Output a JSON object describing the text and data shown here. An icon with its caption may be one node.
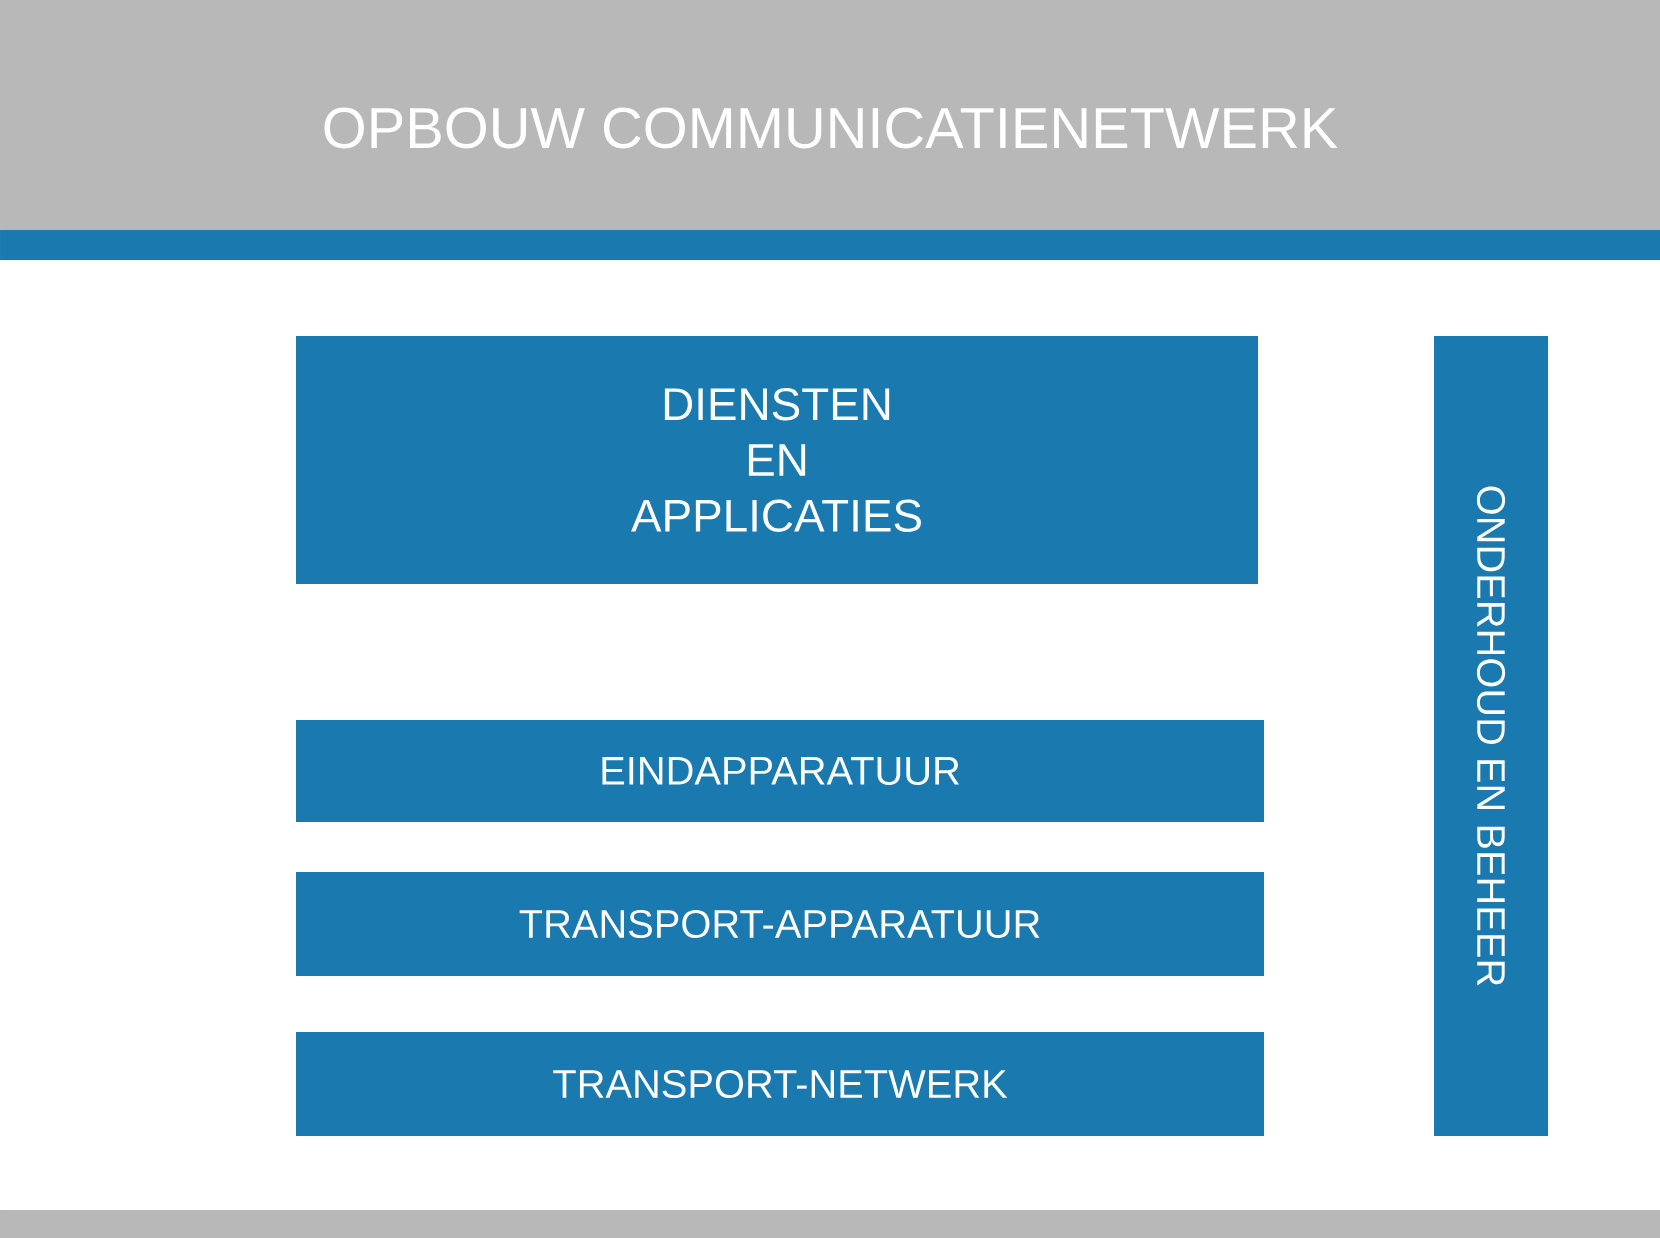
{
  "diagram": {
    "title": "OPBOUW COMMUNICATIENETWERK",
    "nodes": [
      {
        "text": [
          "DIENSTEN EN APPLICATIES"
        ]
      },
      {
        "text": [
          "EINDAPPARATUUR"
        ]
      },
      {
        "text": [
          "TRANSPORT-APPARATUUR"
        ]
      },
      {
        "text": [
          "TRANSPORT-NETWERK"
        ]
      },
      {
        "text": [
          "ONDERHOUD EN BEHEER"
        ]
      }
    ]
  }
}
